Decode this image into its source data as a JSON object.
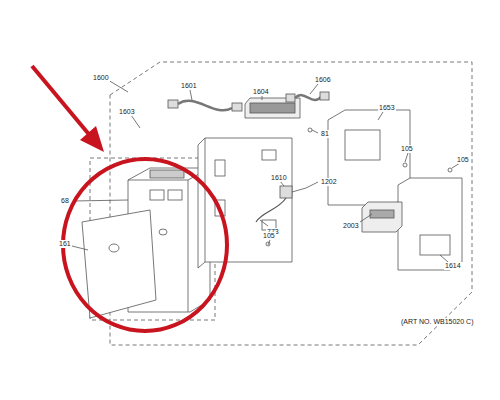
{
  "diagram": {
    "labels": [
      "1600",
      "1601",
      "1604",
      "1606",
      "1653",
      "1603",
      "81",
      "105",
      "105",
      "1610",
      "1202",
      "68",
      "773",
      "2003",
      "161",
      "1614",
      "105",
      "(ART NO. WB15020 C)"
    ]
  }
}
